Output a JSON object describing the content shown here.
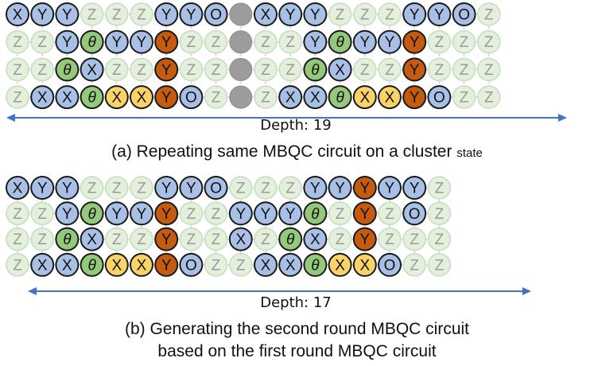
{
  "colors": {
    "blue": "#a9c0e6",
    "green": "#94c97c",
    "yellow": "#f9d268",
    "orange": "#c55a11",
    "z_fill": "#e4efdc",
    "z_ring": "#c5dcc0",
    "z_text": "#9a9a9a",
    "gray": "#9c9c9c",
    "arrow": "#4472c4",
    "stroke": "#1a1a1a"
  },
  "legend_symbols": {
    "theta": "θ"
  },
  "panel_a": {
    "depth_label": "Depth: 19",
    "caption_main": "(a) Repeating same MBQC circuit on a cluster ",
    "caption_small": "state",
    "grid": [
      [
        "X",
        "Y",
        "Y",
        "Z",
        "Z",
        "Z",
        "Y",
        "Y",
        "O",
        "G",
        "X",
        "Y",
        "Y",
        "Z",
        "Z",
        "Z",
        "Y",
        "Y",
        "O",
        "Z"
      ],
      [
        "Z",
        "Z",
        "Y",
        "T",
        "Y",
        "Y",
        "R",
        "Z",
        "Z",
        "G",
        "Z",
        "Z",
        "Y",
        "T",
        "Y",
        "Y",
        "R",
        "Z",
        "Z",
        "Z"
      ],
      [
        "Z",
        "Z",
        "T",
        "X",
        "Z",
        "Z",
        "R",
        "Z",
        "Z",
        "G",
        "Z",
        "Z",
        "T",
        "X",
        "Z",
        "Z",
        "R",
        "Z",
        "Z",
        "Z"
      ],
      [
        "Z",
        "X",
        "X",
        "T",
        "W",
        "W",
        "R",
        "O",
        "Z",
        "G",
        "Z",
        "X",
        "X",
        "T",
        "W",
        "W",
        "R",
        "O",
        "Z",
        "Z"
      ]
    ]
  },
  "panel_b": {
    "depth_label": "Depth: 17",
    "caption_line1": "(b) Generating the second round MBQC circuit",
    "caption_line2": "based on the first round MBQC circuit",
    "grid": [
      [
        "X",
        "Y",
        "Y",
        "Z",
        "Z",
        "Z",
        "Y",
        "Y",
        "O",
        "Z",
        "Z",
        "Z",
        "Y",
        "Y",
        "R",
        "Y",
        "Y",
        "Z"
      ],
      [
        "Z",
        "Z",
        "Y",
        "T",
        "Y",
        "Y",
        "R",
        "Z",
        "Z",
        "Y",
        "Y",
        "Y",
        "T",
        "Z",
        "R",
        "Z",
        "O",
        "Z"
      ],
      [
        "Z",
        "Z",
        "T",
        "X",
        "Z",
        "Z",
        "R",
        "Z",
        "Z",
        "X",
        "Z",
        "T",
        "X",
        "Z",
        "R",
        "Z",
        "Z",
        "Z"
      ],
      [
        "Z",
        "X",
        "X",
        "T",
        "W",
        "W",
        "R",
        "O",
        "Z",
        "Z",
        "X",
        "X",
        "T",
        "W",
        "W",
        "O",
        "Z",
        "Z"
      ]
    ]
  }
}
